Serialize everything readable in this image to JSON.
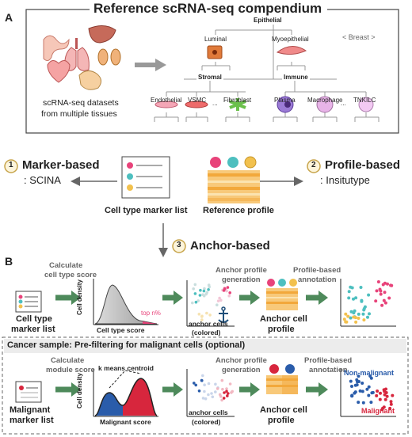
{
  "panel_a": {
    "letter": "A",
    "title": "Reference scRNA-seq compendium",
    "datasets_line1": "scRNA-seq datasets",
    "datasets_line2": "from multiple tissues",
    "tree": {
      "root": "Epithelial",
      "luminal": "Luminal",
      "myoepithelial": "Myoepithelial",
      "tissue": "< Breast >",
      "stromal": "Stromal",
      "immune": "Immune",
      "endothelial": "Endothelial",
      "vsmc": "VSMC",
      "dots1": "...",
      "fibroblast": "Fibroblast",
      "plasma": "Plasma",
      "macrophage": "Macrophage",
      "dots2": "...",
      "tnkilc": "TNKILC"
    },
    "method1_num": "1",
    "method1_title": "Marker-based",
    "method1_tool": ": SCINA",
    "method2_num": "2",
    "method2_title": "Profile-based",
    "method2_tool": ": Insitutype",
    "marker_list_label": "Cell type marker list",
    "reference_profile_label": "Reference profile",
    "method3_num": "3",
    "method3_title": "Anchor-based"
  },
  "panel_b": {
    "letter": "B",
    "step1_line1": "Calculate",
    "step1_line2": "cell type score",
    "step2_line1": "Anchor profile",
    "step2_line2": "generation",
    "step3_line1": "Profile-based",
    "step3_line2": "annotation",
    "marker_line1": "Cell type",
    "marker_line2": "marker list",
    "density_ylabel": "Cell density",
    "density_xlabel": "Cell type score",
    "top_label": "top n%",
    "anchor_line1": "anchor cells",
    "anchor_line2": "(colored)",
    "profile_line1": "Anchor cell",
    "profile_line2": "profile",
    "cancer_title": "Cancer sample: Pre-filtering for malignant cells (optional)",
    "c_step1_line1": "Calculate",
    "c_step1_line2": "module score",
    "kmeans_label": "k means centroid",
    "c_step2_line1": "Anchor profile",
    "c_step2_line2": "generation",
    "c_step3_line1": "Profile-based",
    "c_step3_line2": "annotation",
    "c_marker_line1": "Malignant",
    "c_marker_line2": "marker list",
    "c_density_ylabel": "Cell density",
    "c_density_xlabel": "Malignant score",
    "c_anchor_line1": "anchor cells",
    "c_anchor_line2": "(colored)",
    "c_profile_line1": "Anchor cell",
    "c_profile_line2": "profile",
    "nonmalignant_label": "Non-malignant",
    "malignant_label": "Malignant"
  },
  "colors": {
    "pink": "#e8437a",
    "teal": "#4dbfbf",
    "yellow": "#f2c14e",
    "orange": "#f2a83b",
    "green_arrow": "#4e8a5b",
    "blue": "#2a5caa",
    "red": "#d7263d",
    "grey_arrow": "#888888"
  }
}
